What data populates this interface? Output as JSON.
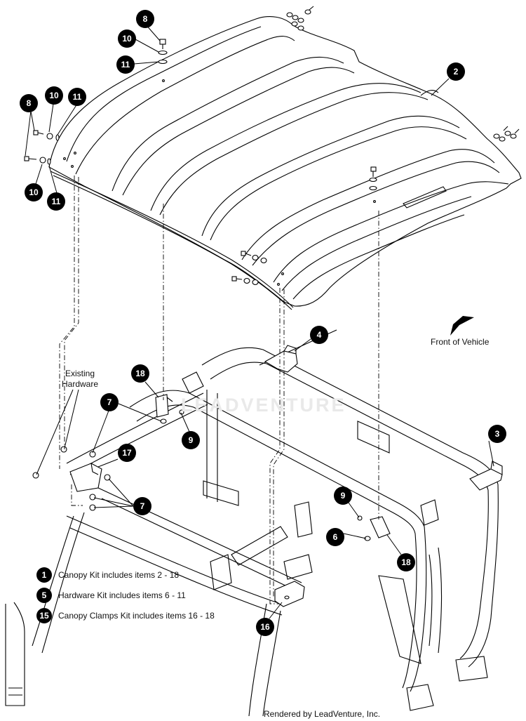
{
  "callouts": [
    {
      "id": "callout-8-top",
      "num": "8"
    },
    {
      "id": "callout-10-top",
      "num": "10"
    },
    {
      "id": "callout-11-top",
      "num": "11"
    },
    {
      "id": "callout-8-left",
      "num": "8"
    },
    {
      "id": "callout-10-left",
      "num": "10"
    },
    {
      "id": "callout-11-left",
      "num": "11"
    },
    {
      "id": "callout-10-bottom",
      "num": "10"
    },
    {
      "id": "callout-11-bottom",
      "num": "11"
    },
    {
      "id": "callout-2",
      "num": "2"
    },
    {
      "id": "callout-4",
      "num": "4"
    },
    {
      "id": "callout-18-left",
      "num": "18"
    },
    {
      "id": "callout-7-upper",
      "num": "7"
    },
    {
      "id": "callout-9-left",
      "num": "9"
    },
    {
      "id": "callout-17",
      "num": "17"
    },
    {
      "id": "callout-7-lower",
      "num": "7"
    },
    {
      "id": "callout-3",
      "num": "3"
    },
    {
      "id": "callout-9-right",
      "num": "9"
    },
    {
      "id": "callout-6",
      "num": "6"
    },
    {
      "id": "callout-18-right",
      "num": "18"
    },
    {
      "id": "callout-16",
      "num": "16"
    }
  ],
  "labels": {
    "front_of_vehicle": "Front of Vehicle",
    "existing_hardware_line1": "Existing",
    "existing_hardware_line2": "Hardware"
  },
  "legend": [
    {
      "num": "1",
      "text": "Canopy Kit includes items 2 - 18"
    },
    {
      "num": "5",
      "text": "Hardware Kit includes items 6 - 11"
    },
    {
      "num": "15",
      "text": "Canopy Clamps Kit includes items 16 - 18"
    }
  ],
  "watermark": "LEADVENTURE",
  "footer": "Rendered by LeadVenture, Inc."
}
